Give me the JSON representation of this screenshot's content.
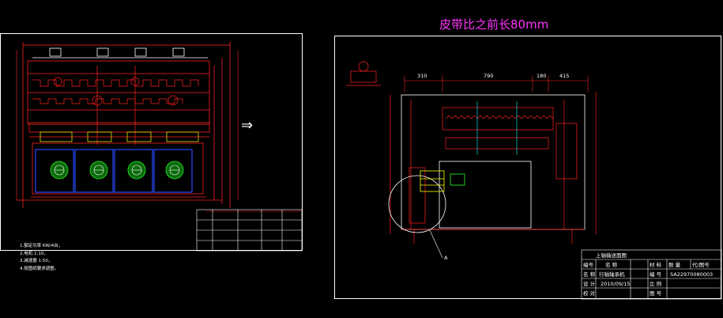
{
  "annotation": {
    "text": "皮带比之前长80mm",
    "color": "#ff33ff"
  },
  "arrow": {
    "symbol": "⇒"
  },
  "left_drawing": {
    "notes": [
      "1.额定功率 KW/4台，",
      "2.电机 1:10，",
      "3.减速器 1:50，",
      "4.按图纸要求调整。"
    ]
  },
  "right_drawing": {
    "dimensions": [
      "310",
      "790",
      "180",
      "415"
    ],
    "callout": "A",
    "title_block": {
      "drawing_title": "上轴输送面图",
      "header": [
        "编号",
        "名 称",
        "材 料",
        "数 量",
        "代/图号"
      ],
      "name_label": "名 称",
      "name_value": "行轴轴承机",
      "drawing_no_label": "编 号",
      "drawing_no_value": "SA22970080003",
      "design_label": "设 计",
      "design_date": "2010/09/15",
      "ratio_label": "比 例",
      "check_label": "校 对",
      "sheet_label": "图 号"
    }
  },
  "colors": {
    "background": "#000000",
    "frame": "#ffffff",
    "red": "#ff2020",
    "yellow": "#ffff00",
    "cyan": "#00ffff",
    "blue": "#2a4bff",
    "green": "#22cc22",
    "magenta": "#ff33ff"
  }
}
